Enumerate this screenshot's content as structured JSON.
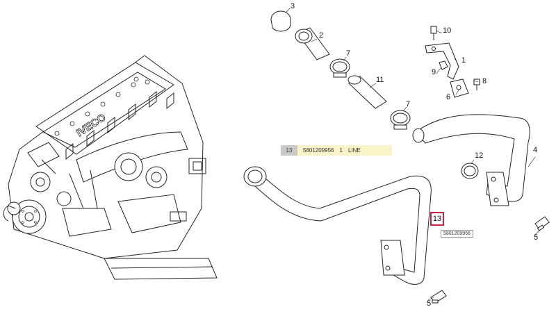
{
  "callouts": [
    {
      "id": "c3",
      "label": "3"
    },
    {
      "id": "c2",
      "label": "2"
    },
    {
      "id": "c7a",
      "label": "7"
    },
    {
      "id": "c11",
      "label": "11"
    },
    {
      "id": "c7b",
      "label": "7"
    },
    {
      "id": "c10",
      "label": "10"
    },
    {
      "id": "c1",
      "label": "1"
    },
    {
      "id": "c9",
      "label": "9"
    },
    {
      "id": "c8",
      "label": "8"
    },
    {
      "id": "c6",
      "label": "6"
    },
    {
      "id": "c4",
      "label": "4"
    },
    {
      "id": "c12",
      "label": "12"
    },
    {
      "id": "c5a",
      "label": "5"
    },
    {
      "id": "c5b",
      "label": "5"
    }
  ],
  "selected_part": {
    "ref": "13",
    "part_number": "5801209956",
    "quantity": "1",
    "description": "LINE"
  },
  "engine_brand": "IVECO",
  "colors": {
    "highlight": "#cc2244",
    "info_bar": "#f8f4c8",
    "ref_cell": "#c9c9c9"
  }
}
